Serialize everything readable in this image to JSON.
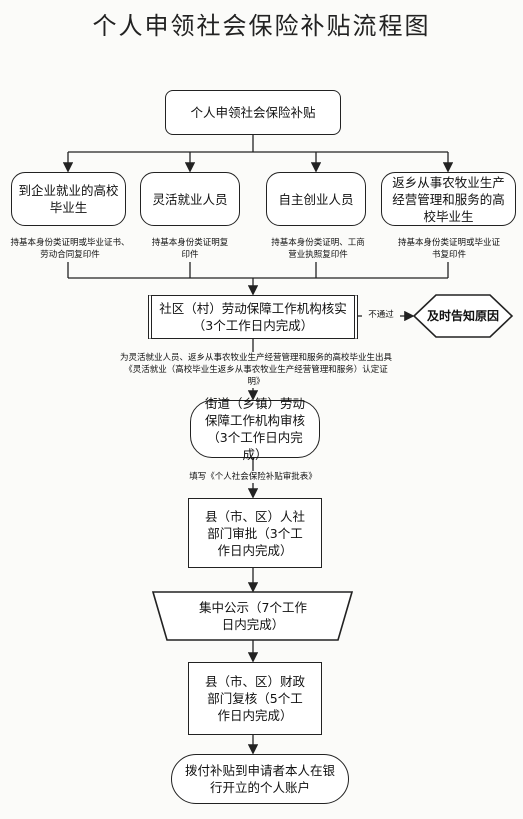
{
  "title": "个人申领社会保险补贴流程图",
  "start": "个人申领社会保险补贴",
  "categories": [
    {
      "label": "到企业就业的高校毕业生",
      "requirement": "持基本身份类证明或毕业证书、劳动合同复印件"
    },
    {
      "label": "灵活就业人员",
      "requirement": "持基本身份类证明复印件"
    },
    {
      "label": "自主创业人员",
      "requirement": "持基本身份类证明、工商营业执照复印件"
    },
    {
      "label": "返乡从事农牧业生产经营管理和服务的高校毕业生",
      "requirement": "持基本身份类证明或毕业证书复印件"
    }
  ],
  "community_review": "社区（村）劳动保障工作机构核实（3个工作日内完成）",
  "reject_label": "不通过",
  "reject_action": "及时告知原因",
  "certificate_note": "为灵活就业人员、返乡从事农牧业生产经营管理和服务的高校毕业生出具《灵活就业（高校毕业生返乡从事农牧业生产经营管理和服务）认定证明》",
  "street_review": "街道（乡镇）劳动保障工作机构审核（3个工作日内完成）",
  "form_note": "填写《个人社会保险补贴审批表》",
  "county_approval": "县（市、区）人社部门审批（3个工作日内完成）",
  "publicity": "集中公示（7个工作日内完成）",
  "finance_review": "县（市、区）财政部门复核（5个工作日内完成）",
  "payment": "拨付补贴到申请者本人在银行开立的个人账户"
}
